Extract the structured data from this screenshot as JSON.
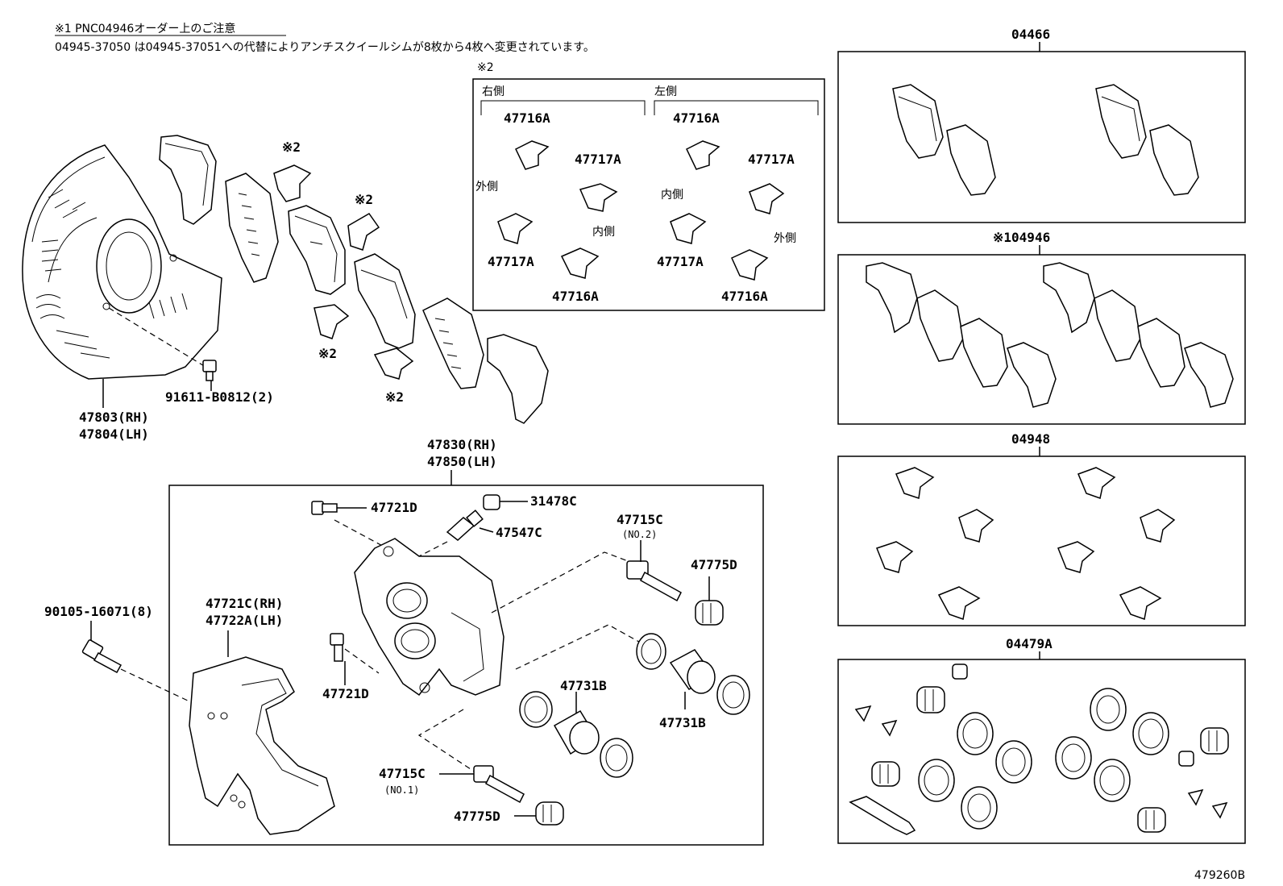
{
  "notes": {
    "line1": "※1 PNC04946オーダー上のご注意",
    "line2": "04945-37050 は04945-37051への代替によりアンチスクイールシムが8枚から4枚へ変更されています。"
  },
  "labels": {
    "p47803": "47803(RH)",
    "p47804": "47804(LH)",
    "p91611": "91611-B0812(2)",
    "note2_a": "※2",
    "note2_b": "※2",
    "note2_c": "※2",
    "note2_d": "※2",
    "p47830": "47830(RH)",
    "p47850": "47850(LH)",
    "p47721D_top": "47721D",
    "p31478C": "31478C",
    "p47547C": "47547C",
    "p47715C_top": "47715C",
    "no2": "(NO.2)",
    "p47775D_top": "47775D",
    "p90105": "90105-16071(8)",
    "p47721C": "47721C(RH)",
    "p47722A": "47722A(LH)",
    "p47721D_bot": "47721D",
    "p47731B_a": "47731B",
    "p47731B_b": "47731B",
    "p47715C_bot": "47715C",
    "no1": "(NO.1)",
    "p47775D_bot": "47775D"
  },
  "clip_box": {
    "note": "※2",
    "right_side": "右側",
    "left_side": "左側",
    "outer_a": "外側",
    "inner_a": "内側",
    "inner_b": "内側",
    "outer_b": "外側",
    "r_47716A_a": "47716A",
    "r_47717A_a": "47717A",
    "r_47717A_b": "47717A",
    "r_47716A_b": "47716A",
    "l_47716A_a": "47716A",
    "l_47717A_a": "47717A",
    "l_47717A_b": "47717A",
    "l_47716A_b": "47716A"
  },
  "kits": {
    "k04466": "04466",
    "k04946": "※104946",
    "k04948": "04948",
    "k04479A": "04479A"
  },
  "diagram_id": "479260B"
}
